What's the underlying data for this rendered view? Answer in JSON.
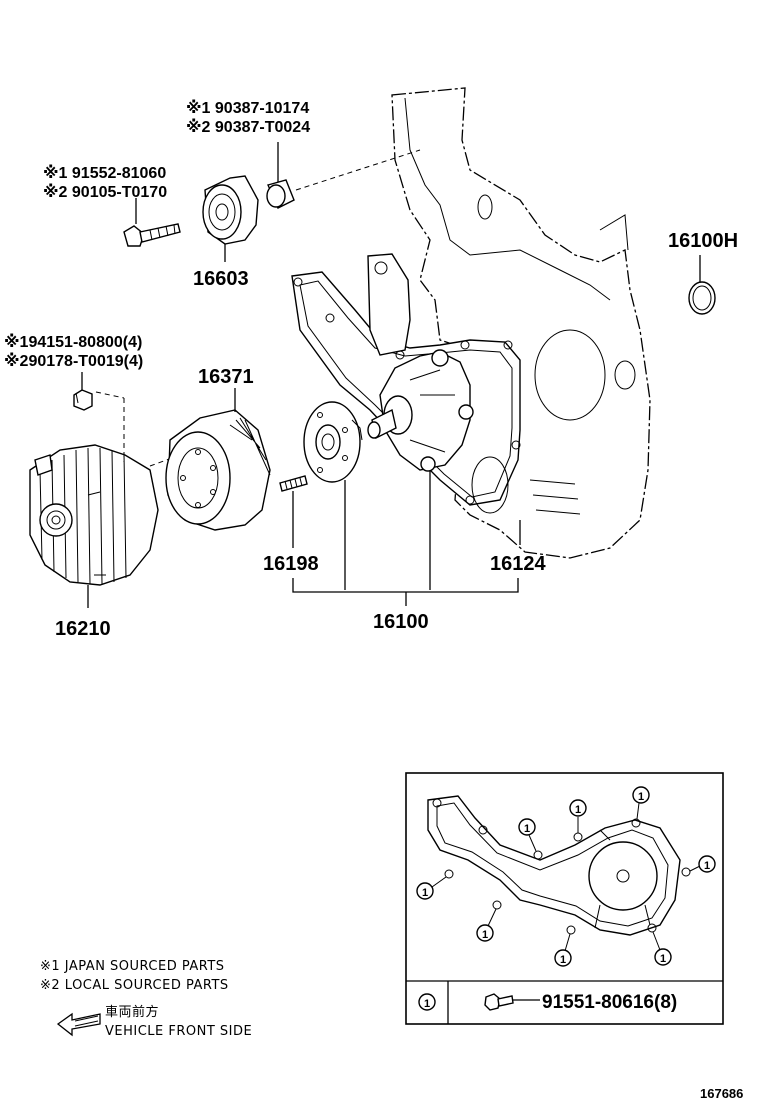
{
  "parts": {
    "idler_bolt_ref": {
      "j": "※1 90387-10174",
      "l": "※2 90387-T0024"
    },
    "idler_pulley_bolt": {
      "j": "※1 91552-81060",
      "l": "※2 90105-T0170"
    },
    "fan_nut": {
      "j": "※194151-80800(4)",
      "l": "※290178-T0019(4)"
    },
    "idler_pulley": "16603",
    "oring": "16100H",
    "fan_pulley": "16371",
    "fan_clutch": "16210",
    "stud": "16198",
    "gasket": "16124",
    "water_pump_assy": "16100"
  },
  "inset": {
    "marker": "1",
    "bolt_part": "91551-80616(8)"
  },
  "legend": {
    "japan": "※1 JAPAN SOURCED PARTS",
    "local": "※2 LOCAL SOURCED PARTS",
    "front_jp": "車両前方",
    "front_en": "VEHICLE FRONT SIDE"
  },
  "diagram_id": "167686"
}
